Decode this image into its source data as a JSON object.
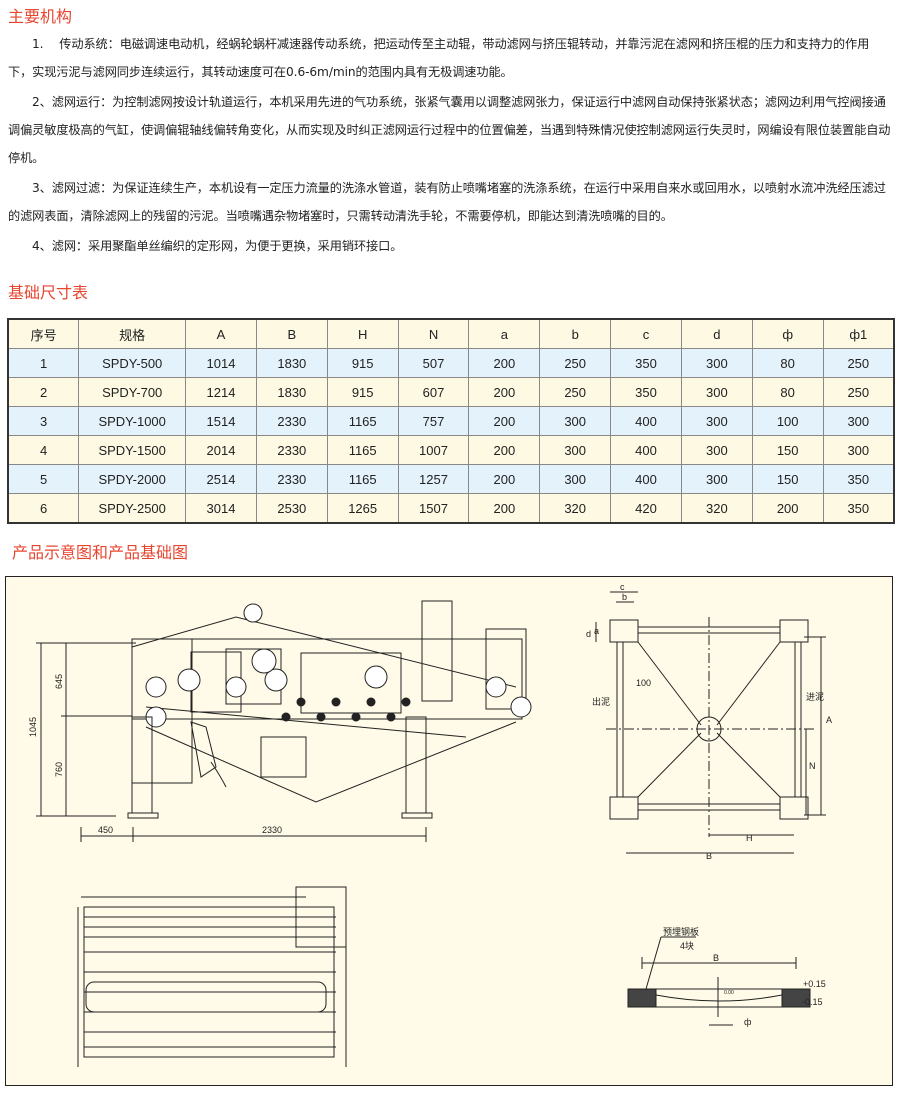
{
  "section1": {
    "title": "主要机构",
    "paragraphs": [
      "1.　 传动系统：电磁调速电动机，经蜗轮蜗杆减速器传动系统，把运动传至主动辊，带动滤网与挤压辊转动，并靠污泥在滤网和挤压棍的压力和支持力的作用下，实现污泥与滤网同步连续运行，其转动速度可在0.6-6m/min的范围内具有无极调速功能。",
      "2、滤网运行：为控制滤网按设计轨道运行，本机采用先进的气功系统，张紧气囊用以调整滤网张力，保证运行中滤网自动保持张紧状态；滤网边利用气控阀接通调偏灵敏度极高的气缸，使调偏辊轴线偏转角变化，从而实现及时纠正滤网运行过程中的位置偏差，当遇到特殊情况使控制滤网运行失灵时，网编设有限位装置能自动停机。",
      "3、滤网过滤：为保证连续生产，本机设有一定压力流量的洗涤水管道，装有防止喷嘴堵塞的洗涤系统，在运行中采用自来水或回用水，以喷射水流冲洗经压滤过的滤网表面，清除滤网上的残留的污泥。当喷嘴遇杂物堵塞时，只需转动清洗手轮，不需要停机，即能达到清洗喷嘴的目的。",
      "4、滤网：采用聚酯单丝编织的定形网，为便于更换，采用销环接口。"
    ]
  },
  "section2": {
    "title": "基础尺寸表",
    "headers": [
      "序号",
      "规格",
      "A",
      "B",
      "H",
      "N",
      "a",
      "b",
      "c",
      "d",
      "ф",
      "ф1"
    ],
    "rows": [
      [
        "1",
        "SPDY-500",
        "1014",
        "1830",
        "915",
        "507",
        "200",
        "250",
        "350",
        "300",
        "80",
        "250"
      ],
      [
        "2",
        "SPDY-700",
        "1214",
        "1830",
        "915",
        "607",
        "200",
        "250",
        "350",
        "300",
        "80",
        "250"
      ],
      [
        "3",
        "SPDY-1000",
        "1514",
        "2330",
        "1165",
        "757",
        "200",
        "300",
        "400",
        "300",
        "100",
        "300"
      ],
      [
        "4",
        "SPDY-1500",
        "2014",
        "2330",
        "1165",
        "1007",
        "200",
        "300",
        "400",
        "300",
        "150",
        "300"
      ],
      [
        "5",
        "SPDY-2000",
        "2514",
        "2330",
        "1165",
        "1257",
        "200",
        "300",
        "400",
        "300",
        "150",
        "350"
      ],
      [
        "6",
        "SPDY-2500",
        "3014",
        "2530",
        "1265",
        "1507",
        "200",
        "320",
        "420",
        "320",
        "200",
        "350"
      ]
    ]
  },
  "section3": {
    "title": "产品示意图和产品基础图",
    "side_view": {
      "dim_total": "1045",
      "dim_upper": "645",
      "dim_lower": "760",
      "dim_left": "450",
      "dim_span": "2330"
    },
    "foundation_plan": {
      "c": "c",
      "b": "b",
      "a": "a",
      "d": "d",
      "offset": "100",
      "outlet": "出泥",
      "inlet": "进泥",
      "A": "A",
      "N": "N",
      "H": "H",
      "B": "B"
    },
    "section_view": {
      "plate_label": "预埋钢板",
      "plate_count": "4块",
      "B": "B",
      "plus": "+0.15",
      "minus": "-0.15",
      "zero": "0.00",
      "phi": "ф"
    }
  },
  "colors": {
    "heading": "#e8452f",
    "row_blue": "#e4f2fc",
    "row_cream": "#fdf9e3",
    "panel": "#fffbe8"
  }
}
